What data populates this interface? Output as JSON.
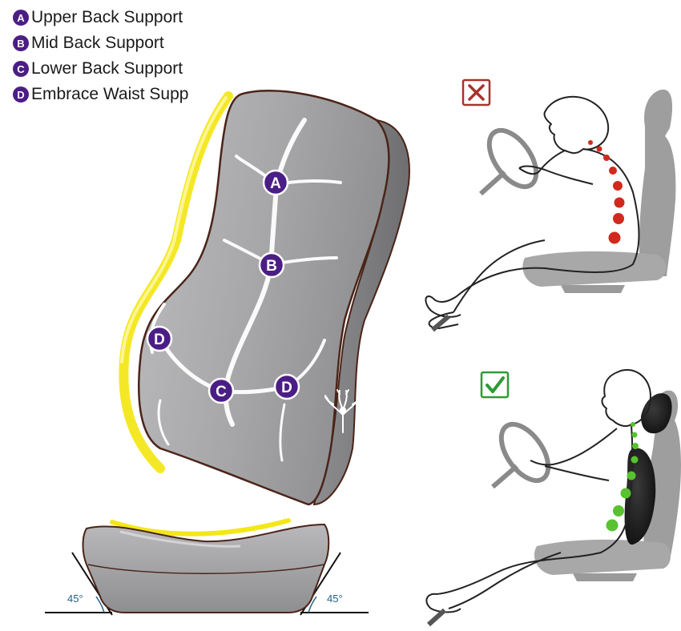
{
  "legend": {
    "items": [
      {
        "letter": "A",
        "label": "Upper Back Support"
      },
      {
        "letter": "B",
        "label": "Mid Back Support"
      },
      {
        "letter": "C",
        "label": "Lower Back Support"
      },
      {
        "letter": "D",
        "label": "Embrace Waist Supp"
      }
    ]
  },
  "cushion": {
    "markers": [
      "A",
      "B",
      "D",
      "C",
      "D"
    ],
    "angle_left": "45°",
    "angle_right": "45°"
  },
  "panels": {
    "wrong": {
      "symbol": "X",
      "meaning": "incorrect posture",
      "color": "#a8332b"
    },
    "right": {
      "symbol": "✓",
      "meaning": "correct posture",
      "color": "#2e9b35"
    }
  },
  "colors": {
    "accent_purple": "#4b1e86",
    "cushion_gray": "#a9a9ab",
    "piping": "#4a2418",
    "glow_yellow": "#f2e400",
    "spine_red": "#d02a1e",
    "spine_green": "#58c230"
  }
}
